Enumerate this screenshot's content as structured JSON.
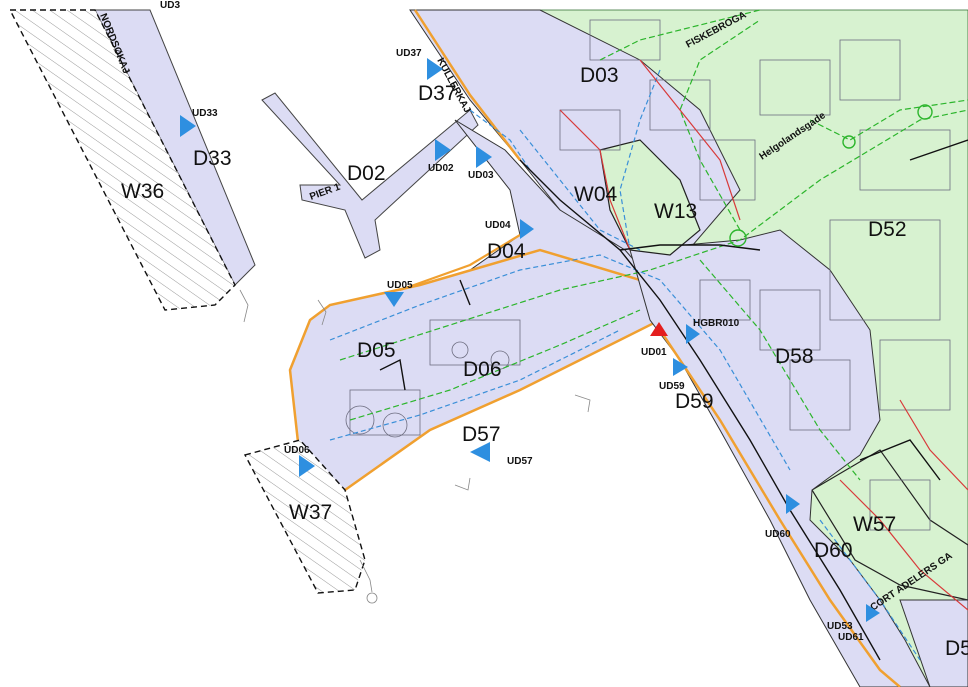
{
  "map": {
    "colors": {
      "district_fill": "#dcdcf4",
      "green_fill": "#d7f2d0",
      "hatch_fill": "#ffffff",
      "hatch_line": "#9a9a9a",
      "building_line": "#6d6d80",
      "boundary_orange": "#f0a030",
      "pipe_blue": "#3a8fd8",
      "pipe_green": "#2cb52c",
      "pipe_red": "#d83a3a",
      "outlet_blue": "#2e8fe0",
      "outlet_red": "#e41e1e",
      "ink": "#111111"
    },
    "zones": [
      {
        "id": "D03",
        "label": "D03"
      },
      {
        "id": "D37",
        "label": "D37"
      },
      {
        "id": "D33",
        "label": "D33"
      },
      {
        "id": "D02",
        "label": "D02"
      },
      {
        "id": "W36",
        "label": "W36"
      },
      {
        "id": "W04",
        "label": "W04"
      },
      {
        "id": "W13",
        "label": "W13"
      },
      {
        "id": "D52",
        "label": "D52"
      },
      {
        "id": "D04",
        "label": "D04"
      },
      {
        "id": "D05",
        "label": "D05"
      },
      {
        "id": "D06",
        "label": "D06"
      },
      {
        "id": "D58",
        "label": "D58"
      },
      {
        "id": "D59",
        "label": "D59"
      },
      {
        "id": "D57",
        "label": "D57"
      },
      {
        "id": "W37",
        "label": "W37"
      },
      {
        "id": "W57",
        "label": "W57"
      },
      {
        "id": "D60",
        "label": "D60"
      },
      {
        "id": "D5",
        "label": "D5"
      }
    ],
    "outlets": [
      {
        "id": "UD37",
        "label": "UD37",
        "kind": "blue"
      },
      {
        "id": "UD33",
        "label": "UD33",
        "kind": "blue"
      },
      {
        "id": "UD02",
        "label": "UD02",
        "kind": "blue"
      },
      {
        "id": "UD03",
        "label": "UD03",
        "kind": "blue"
      },
      {
        "id": "UD04",
        "label": "UD04",
        "kind": "blue"
      },
      {
        "id": "UD05",
        "label": "UD05",
        "kind": "blue"
      },
      {
        "id": "UD01",
        "label": "UD01",
        "kind": "red"
      },
      {
        "id": "HGBR010",
        "label": "HGBR010",
        "kind": "blue"
      },
      {
        "id": "UD59",
        "label": "UD59",
        "kind": "blue"
      },
      {
        "id": "UD06",
        "label": "UD06",
        "kind": "blue"
      },
      {
        "id": "UD57",
        "label": "UD57",
        "kind": "blue"
      },
      {
        "id": "UD60",
        "label": "UD60",
        "kind": "blue"
      },
      {
        "id": "UD53",
        "label": "UD53",
        "kind": "blue"
      },
      {
        "id": "UD61",
        "label": "UD61",
        "kind": "none"
      }
    ],
    "streets": [
      {
        "id": "nordsokaj",
        "label": "NORDSØKAJ"
      },
      {
        "id": "kullerkaj",
        "label": "KULLERKAJ"
      },
      {
        "id": "fiskebrogade",
        "label": "FISKEBROGA"
      },
      {
        "id": "helgolandsgade",
        "label": "Helgolandsgade"
      },
      {
        "id": "pier1",
        "label": "PIER 1"
      },
      {
        "id": "cort-adelers",
        "label": "CORT ADELERS GA"
      },
      {
        "id": "top-partial",
        "label": "UD3"
      }
    ]
  }
}
